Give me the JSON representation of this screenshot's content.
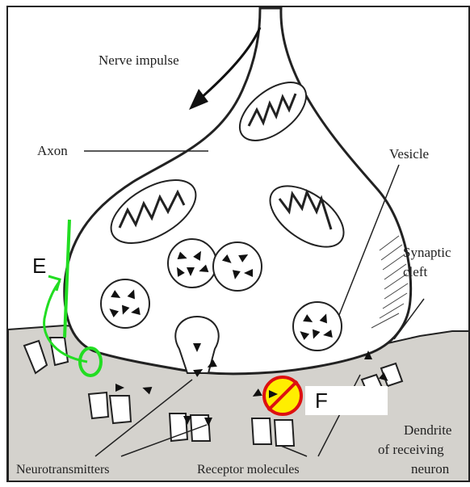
{
  "labels": {
    "nerve_impulse": "Nerve impulse",
    "axon": "Axon",
    "vesicle": "Vesicle",
    "synaptic_cleft_line1": "Synaptic",
    "synaptic_cleft_line2": "cleft",
    "dendrite_line1": "Dendrite",
    "dendrite_line2": "of receiving",
    "dendrite_line3": "neuron",
    "neurotransmitters": "Neurotransmitters",
    "receptor_molecules": "Receptor molecules"
  },
  "annotations": {
    "mark_e": "E",
    "mark_f": "F"
  },
  "colors": {
    "ink": "#1a1a1a",
    "dendrite_fill": "#d4d2cd",
    "annotation_green": "#22dd22",
    "annotation_red": "#dd1111",
    "annotation_yellow": "#ffee00"
  }
}
